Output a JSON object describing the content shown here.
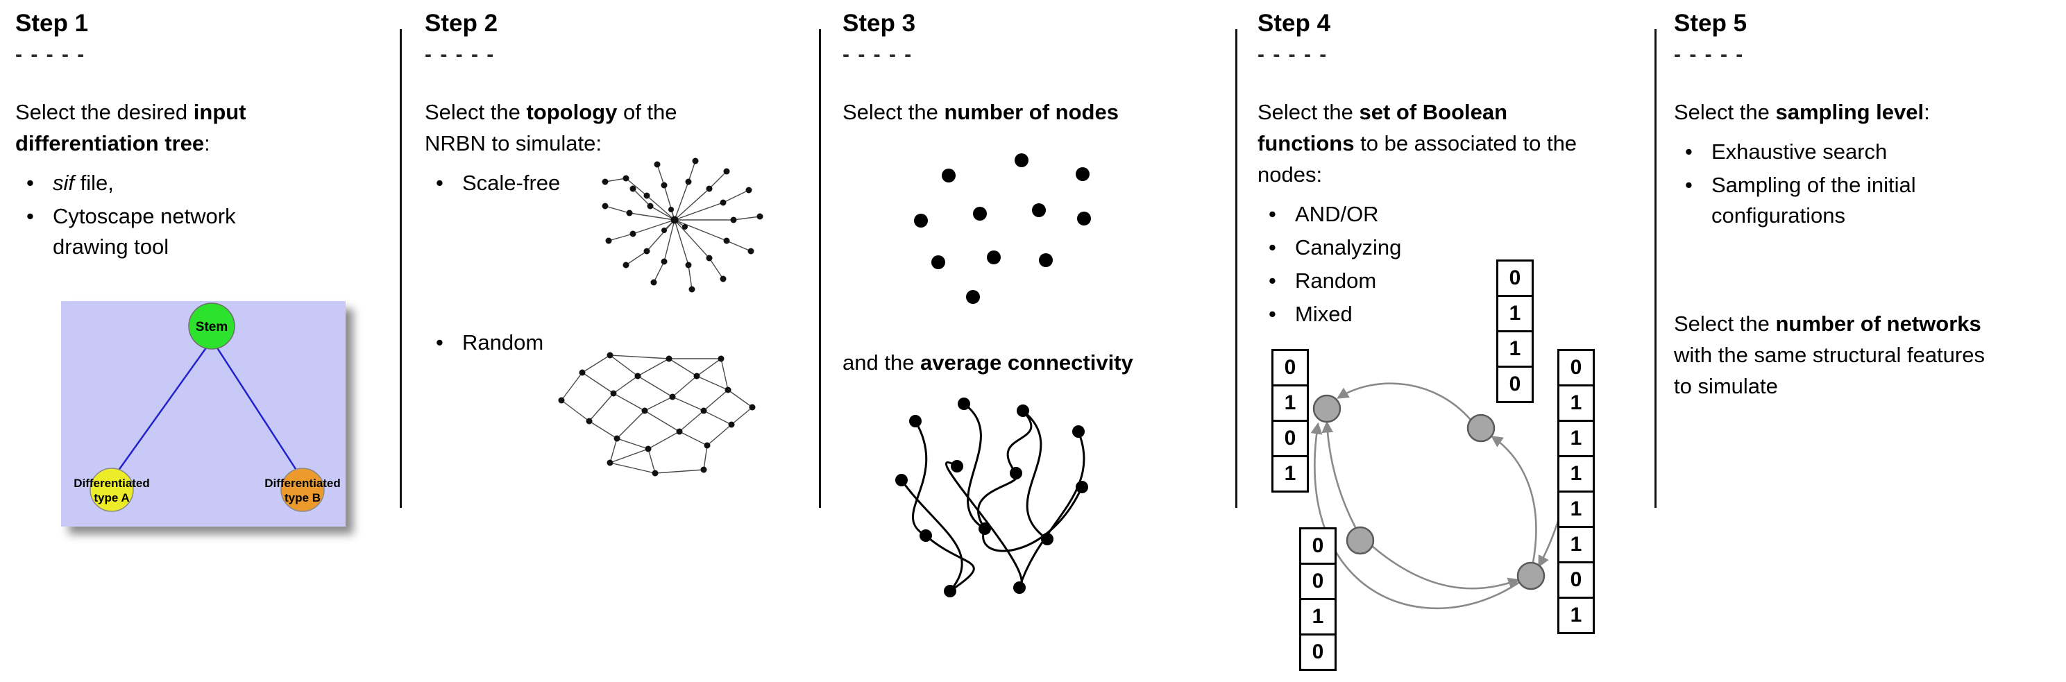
{
  "steps": [
    {
      "title": "Step 1",
      "dashes": "- - - - -",
      "intro": {
        "pre": "Select the desired ",
        "bold": "input differentiation tree",
        "post": ":"
      },
      "bullets": [
        {
          "italic": "sif",
          "rest": " file,"
        },
        {
          "italic": "",
          "rest": "Cytoscape network drawing tool"
        }
      ],
      "tree": {
        "background": "#c9c9f7",
        "edge_color": "#2222cc",
        "root": {
          "label": "Stem",
          "color": "#2de22d"
        },
        "left": {
          "line1": "Differentiated",
          "line2": "type A",
          "color": "#ecec28"
        },
        "right": {
          "line1": "Differentiated",
          "line2": "type B",
          "color": "#eb9a2b"
        }
      }
    },
    {
      "title": "Step 2",
      "dashes": "- - - - -",
      "intro": {
        "pre": "Select the ",
        "bold": "topology",
        "post": " of the NRBN to simulate:"
      },
      "bullets": [
        {
          "italic": "",
          "rest": "Scale-free"
        },
        {
          "italic": "",
          "rest": "Random"
        }
      ]
    },
    {
      "title": "Step 3",
      "dashes": "- - - - -",
      "intro": {
        "pre": "Select the ",
        "bold": "number of nodes",
        "post": ""
      },
      "intro2": {
        "pre": "and the ",
        "bold": "average connectivity",
        "post": ""
      }
    },
    {
      "title": "Step 4",
      "dashes": "- - - - -",
      "intro": {
        "pre": "Select the ",
        "bold": "set of Boolean functions",
        "post": " to be associated to the nodes:"
      },
      "bullets": [
        {
          "italic": "",
          "rest": "AND/OR"
        },
        {
          "italic": "",
          "rest": "Canalyzing"
        },
        {
          "italic": "",
          "rest": "Random"
        },
        {
          "italic": "",
          "rest": "Mixed"
        }
      ],
      "truth_tables": {
        "left": [
          "0",
          "1",
          "0",
          "1"
        ],
        "top": [
          "0",
          "1",
          "1",
          "0"
        ],
        "right": [
          "0",
          "1",
          "1",
          "1",
          "1",
          "1",
          "0",
          "1"
        ],
        "bottom": [
          "0",
          "0",
          "1",
          "0"
        ]
      }
    },
    {
      "title": "Step 5",
      "dashes": "- - - - -",
      "intro": {
        "pre": "Select the ",
        "bold": "sampling level",
        "post": ":"
      },
      "bullets": [
        {
          "italic": "",
          "rest": "Exhaustive search"
        },
        {
          "italic": "",
          "rest": "Sampling of the initial configurations"
        }
      ],
      "intro2": {
        "pre": "Select the ",
        "bold": "number of networks",
        "post": " with the same structural features to simulate"
      }
    }
  ]
}
